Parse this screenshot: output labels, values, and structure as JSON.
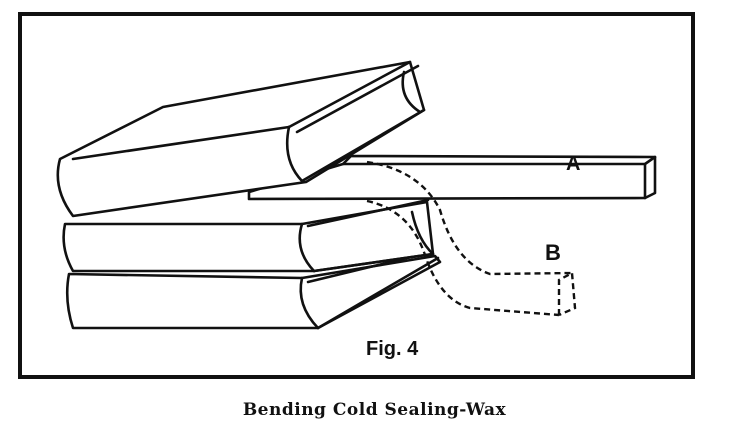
{
  "figure": {
    "label_a": "A",
    "label_b": "B",
    "figure_number": "Fig. 4"
  },
  "caption": "Bending Cold Sealing-Wax",
  "colors": {
    "ink": "#111111",
    "paper": "#ffffff"
  }
}
